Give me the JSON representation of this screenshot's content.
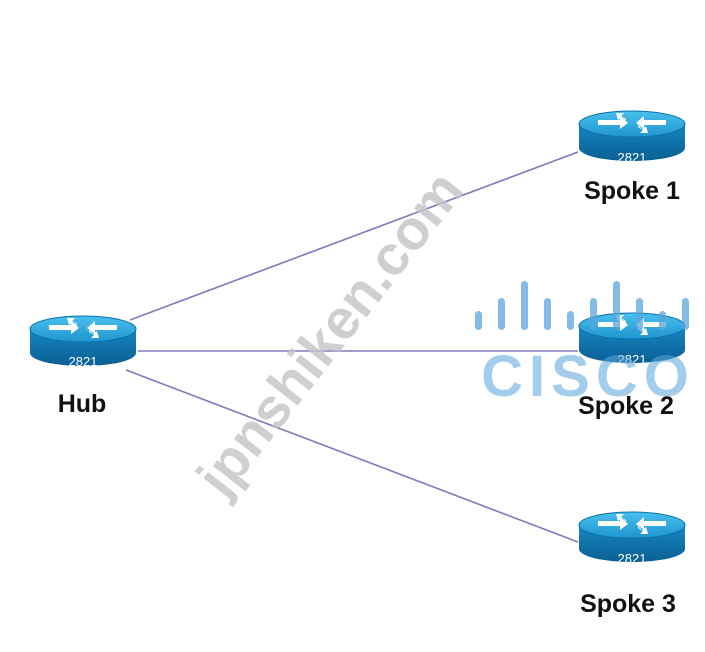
{
  "nodes": {
    "hub": {
      "label": "Hub",
      "model": "2821"
    },
    "spoke1": {
      "label": "Spoke 1",
      "model": "2821"
    },
    "spoke2": {
      "label": "Spoke 2",
      "model": "2821"
    },
    "spoke3": {
      "label": "Spoke 3",
      "model": "2821"
    }
  },
  "links": [
    {
      "from": "Hub",
      "to": "Spoke 1"
    },
    {
      "from": "Hub",
      "to": "Spoke 2"
    },
    {
      "from": "Hub",
      "to": "Spoke 3"
    }
  ],
  "watermark": {
    "text": "jpnshiken.com",
    "logo_text": "CISCO"
  },
  "colors": {
    "router_top": "#2aa2d6",
    "router_side": "#0f79b4",
    "link": "#7e7cc0",
    "watermark": "#c4c4c4",
    "logo": "#5aa6dd"
  },
  "icons": [
    "router-icon"
  ]
}
